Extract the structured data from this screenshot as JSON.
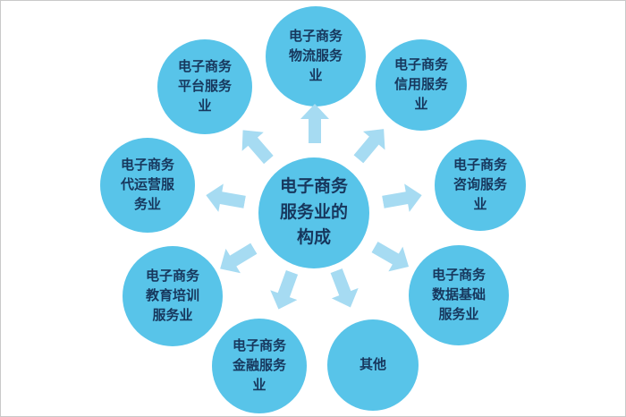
{
  "diagram": {
    "center": {
      "label": "电子商务\n服务业的\n构成"
    },
    "nodes": [
      {
        "id": "logistics",
        "label": "电子商务\n物流服务\n业"
      },
      {
        "id": "platform",
        "label": "电子商务\n平台服务\n业"
      },
      {
        "id": "credit",
        "label": "电子商务\n信用服务\n业"
      },
      {
        "id": "operation-agency",
        "label": "电子商务\n代运营服\n务业"
      },
      {
        "id": "consulting",
        "label": "电子商务\n咨询服务\n业"
      },
      {
        "id": "education-training",
        "label": "电子商务\n教育培训\n服务业"
      },
      {
        "id": "data-infrastructure",
        "label": "电子商务\n数据基础\n服务业"
      },
      {
        "id": "finance",
        "label": "电子商务\n金融服务\n业"
      },
      {
        "id": "other",
        "label": "其他"
      }
    ]
  },
  "colors": {
    "circle": "#58c4e9",
    "text": "#17375d",
    "arrow": "#a6dbf2",
    "background": "#ffffff",
    "frame": "#c9c9c9"
  }
}
